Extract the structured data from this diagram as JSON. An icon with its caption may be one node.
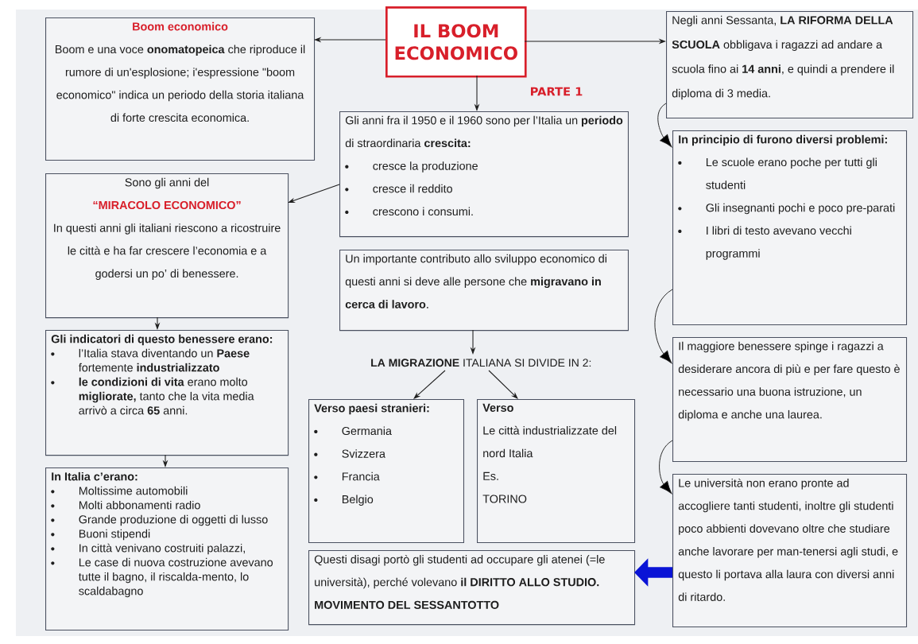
{
  "diagram": {
    "nodes": [
      {
        "text": [
          "IL BOOM ECONOMICO"
        ],
        "beside": [
          "PARTE 1"
        ]
      },
      {
        "text": [
          "Boom economico",
          "Boom e una voce **onomatopeica** che riproduce il rumore di un'esplosione; i'espressione \"boom economico\" indica un periodo della storia italiana di forte crescita economica."
        ]
      },
      {
        "text": [
          "Negli anni Sessanta, **LA RIFORMA DELLA SCUOLA** obbligava i ragazzi ad andare a scuola fino ai **14 anni**, e quindi a prendere il diploma di 3 media."
        ]
      },
      {
        "text": [
          "Gli anni fra il 1950 e il 1960 sono per l’Italia un **periodo** di straordinaria **crescita:**",
          "cresce la produzione",
          "cresce il reddito",
          "crescono i consumi."
        ]
      },
      {
        "text": [
          "Sono gli anni del",
          "“MIRACOLO ECONOMICO”",
          "In questi anni gli italiani riescono a ricostruire le città e ha far crescere l’economia e a godersi un po’ di benessere."
        ]
      },
      {
        "text": [
          "In principio di furono diversi problemi:",
          "Le scuole erano poche per tutti gli studenti",
          "Gli insegnanti pochi e poco pre-parati",
          "I libri di testo avevano vecchi programmi"
        ]
      },
      {
        "text": [
          "Un importante contributo allo sviluppo economico di questi anni si deve alle persone che **migravano in cerca di lavoro**."
        ]
      },
      {
        "text": [
          "Gli indicatori di questo benessere erano:",
          "l’Italia stava diventando un **Paese** fortemente **industrializzato**",
          "**le condizioni di vita** erano molto **migliorate,** tanto che la vita media arrivò a circa **65** anni."
        ]
      },
      {
        "text": [
          "**LA MIGRAZIONE** ITALIANA SI DIVIDE IN 2:"
        ]
      },
      {
        "text": [
          "Il maggiore benessere spinge i ragazzi a desiderare ancora di più e per fare questo è necessario una buona istruzione, un diploma e anche una laurea."
        ]
      },
      {
        "text": [
          "Verso paesi stranieri:",
          "Germania",
          "Svizzera",
          "Francia",
          "Belgio"
        ]
      },
      {
        "text": [
          "Verso",
          "Le città industrializzate del nord Italia",
          "Es.",
          "TORINO"
        ]
      },
      {
        "text": [
          "In Italia c’erano:",
          "Moltissime automobili",
          "Molti abbonamenti radio",
          "Grande produzione di oggetti di lusso",
          "Buoni stipendi",
          "In città venivano costruiti palazzi,",
          "Le case di nuova costruzione avevano tutte il bagno, il riscalda-mento, lo scaldabagno"
        ]
      },
      {
        "text": [
          "Le università non erano pronte ad accogliere tanti studenti, inoltre gli studenti poco abbienti dovevano oltre che studiare anche lavorare per man-tenersi agli studi, e questo li portava alla laura con diversi anni di ritardo."
        ]
      },
      {
        "text": [
          "Questi disagi portò gli studenti ad occupare gli atenei (=le università), perché volevano **il DIRITTO ALLO STUDIO.** **MOVIMENTO DEL SESSANTOTTO**"
        ]
      }
    ],
    "edges": [
      {
        "from": 0,
        "to": 1,
        "arrow": "to"
      },
      {
        "from": 0,
        "to": 2,
        "arrow": "to"
      },
      {
        "from": 0,
        "to": 3,
        "arrow": "to"
      },
      {
        "from": 3,
        "to": 4,
        "arrow": "to"
      },
      {
        "from": 4,
        "to": 7,
        "arrow": "to"
      },
      {
        "from": 7,
        "to": 12,
        "arrow": "to"
      },
      {
        "from": 6,
        "to": 8,
        "arrow": "to"
      },
      {
        "from": 8,
        "to": 10,
        "arrow": "to"
      },
      {
        "from": 8,
        "to": 11,
        "arrow": "to"
      },
      {
        "from": 2,
        "to": 5,
        "arrow": "to"
      },
      {
        "from": 5,
        "to": 9,
        "arrow": "to"
      },
      {
        "from": 9,
        "to": 13,
        "arrow": "to"
      },
      {
        "from": 13,
        "to": 14,
        "arrow": "to",
        "style": "thick",
        "color": "#0a14d6"
      }
    ]
  }
}
